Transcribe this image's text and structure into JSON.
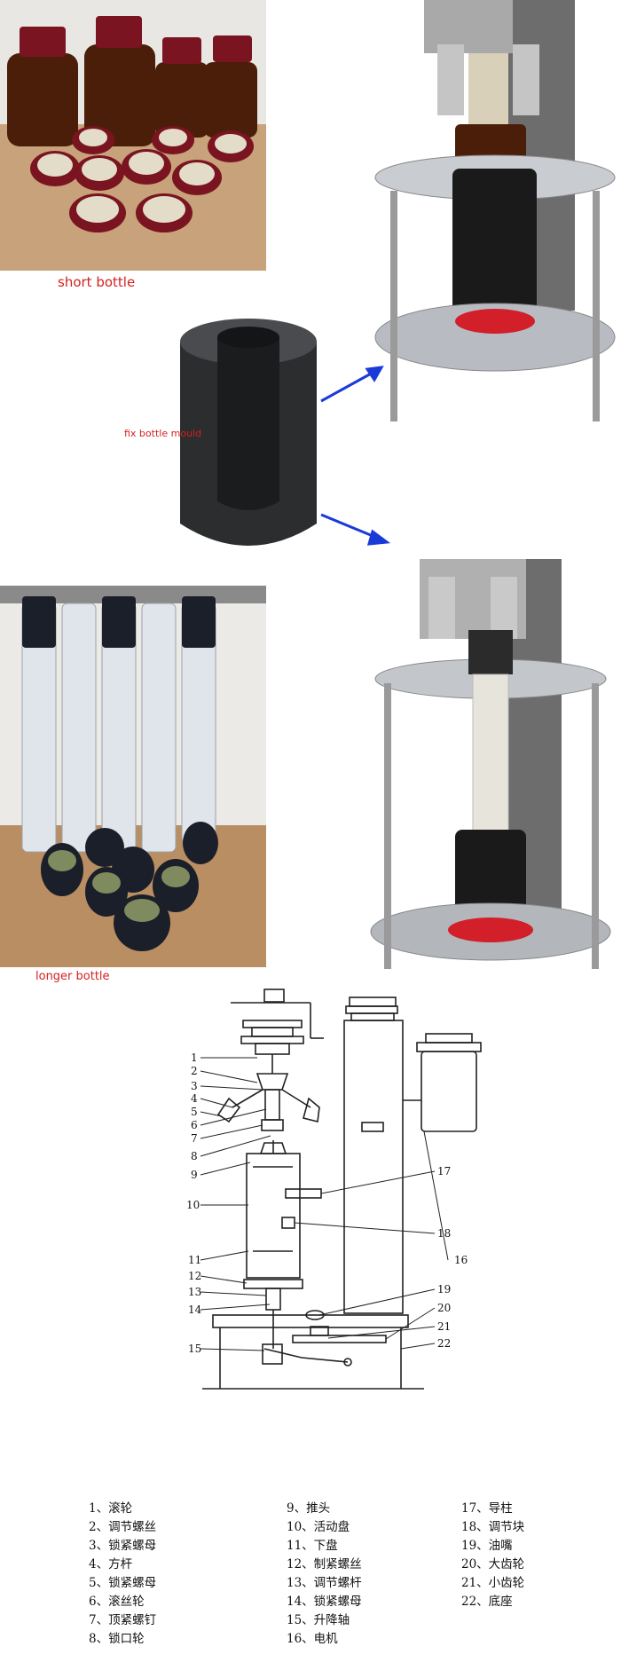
{
  "captions": {
    "short_bottle": "short bottle",
    "fix_bottle_mould": "fix bottle mould",
    "longer_bottle": "longer bottle"
  },
  "diagram_numbers": [
    "1",
    "2",
    "3",
    "4",
    "5",
    "6",
    "7",
    "8",
    "9",
    "10",
    "11",
    "12",
    "13",
    "14",
    "15",
    "16",
    "17",
    "18",
    "19",
    "20",
    "21",
    "22"
  ],
  "legend": {
    "col1": [
      "1、滚轮",
      "2、调节螺丝",
      "3、锁紧螺母",
      "4、方杆",
      "5、锁紧螺母",
      "6、滚丝轮",
      "7、顶紧螺钉",
      "8、锁口轮"
    ],
    "col2": [
      "9、推头",
      "10、活动盘",
      "11、下盘",
      "12、制紧螺丝",
      "13、调节螺杆",
      "14、锁紧螺母",
      "15、升降轴",
      "16、电机"
    ],
    "col3": [
      "17、导柱",
      "18、调节块",
      "19、油嘴",
      "20、大齿轮",
      "21、小齿轮",
      "22、底座"
    ]
  },
  "colors": {
    "caption_red": "#d42020",
    "arrow_blue": "#1a3ad8",
    "amber_glass": "#4a1e08",
    "cap_red": "#7a1420",
    "cap_black": "#1b1f2a"
  }
}
